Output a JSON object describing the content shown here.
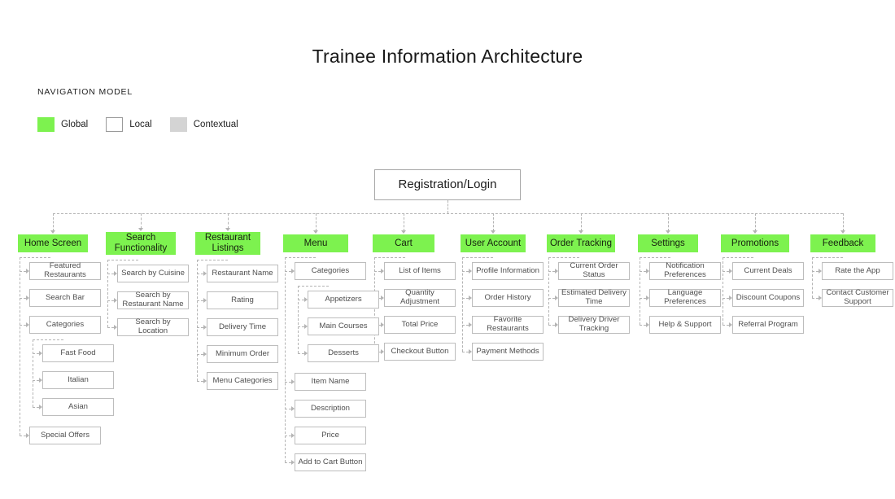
{
  "page": {
    "title": "Trainee Information Architecture",
    "background": "#ffffff"
  },
  "legend": {
    "heading": "NAVIGATION MODEL",
    "items": [
      {
        "label": "Global",
        "color": "#7DF24F",
        "type": "filled"
      },
      {
        "label": "Local",
        "color": "#ffffff",
        "type": "outlined"
      },
      {
        "label": "Contextual",
        "color": "#d4d4d4",
        "type": "filled"
      }
    ]
  },
  "colors": {
    "global": "#7DF24F",
    "local": "#ffffff",
    "contextual": "#d4d4d4",
    "connector": "#b4b4b4",
    "border": "#bdbdbd"
  },
  "diagram": {
    "root": {
      "label": "Registration/Login"
    },
    "columns": [
      {
        "label": "Home Screen",
        "children": [
          {
            "label": "Featured Restaurants"
          },
          {
            "label": "Search Bar"
          },
          {
            "label": "Categories",
            "children": [
              {
                "label": "Fast Food"
              },
              {
                "label": "Italian"
              },
              {
                "label": "Asian"
              }
            ]
          },
          {
            "label": "Special Offers"
          }
        ]
      },
      {
        "label": "Search Functionality",
        "children": [
          {
            "label": "Search by Cuisine"
          },
          {
            "label": "Search by Restaurant Name"
          },
          {
            "label": "Search by Location"
          }
        ]
      },
      {
        "label": "Restaurant Listings",
        "children": [
          {
            "label": "Restaurant Name"
          },
          {
            "label": "Rating"
          },
          {
            "label": "Delivery Time"
          },
          {
            "label": "Minimum Order"
          },
          {
            "label": "Menu Categories"
          }
        ]
      },
      {
        "label": "Menu",
        "children": [
          {
            "label": "Categories",
            "children": [
              {
                "label": "Appetizers"
              },
              {
                "label": "Main Courses"
              },
              {
                "label": "Desserts"
              }
            ]
          },
          {
            "label": "Item Name"
          },
          {
            "label": "Description"
          },
          {
            "label": "Price"
          },
          {
            "label": "Add to Cart Button"
          }
        ]
      },
      {
        "label": "Cart",
        "children": [
          {
            "label": "List of Items"
          },
          {
            "label": "Quantity Adjustment"
          },
          {
            "label": "Total Price"
          },
          {
            "label": "Checkout Button"
          }
        ]
      },
      {
        "label": "User Account",
        "children": [
          {
            "label": "Profile Information"
          },
          {
            "label": "Order History"
          },
          {
            "label": "Favorite Restaurants"
          },
          {
            "label": "Payment Methods"
          }
        ]
      },
      {
        "label": "Order Tracking",
        "children": [
          {
            "label": "Current Order Status"
          },
          {
            "label": "Estimated Delivery Time"
          },
          {
            "label": "Delivery Driver Tracking"
          }
        ]
      },
      {
        "label": "Settings",
        "children": [
          {
            "label": "Notification Preferences"
          },
          {
            "label": "Language Preferences"
          },
          {
            "label": "Help & Support"
          }
        ]
      },
      {
        "label": "Promotions",
        "children": [
          {
            "label": "Current Deals"
          },
          {
            "label": "Discount Coupons"
          },
          {
            "label": "Referral Program"
          }
        ]
      },
      {
        "label": "Feedback",
        "children": [
          {
            "label": "Rate the App"
          },
          {
            "label": "Contact Customer Support"
          }
        ]
      }
    ]
  }
}
